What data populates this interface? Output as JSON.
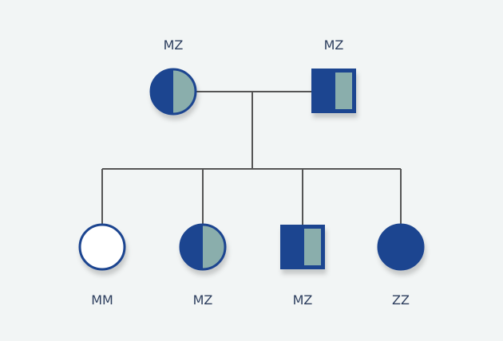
{
  "colors": {
    "affected": "#1f4590",
    "carrier": "#8aaeac",
    "unaffected": "#ffffff",
    "line": "#555555",
    "label": "#2d3e5e",
    "background": "#f2f5f5"
  },
  "parents": [
    {
      "id": "mother",
      "sex": "female",
      "status": "carrier",
      "genotype": "MZ"
    },
    {
      "id": "father",
      "sex": "male",
      "status": "carrier",
      "genotype": "MZ"
    }
  ],
  "children": [
    {
      "id": "child-1",
      "sex": "female",
      "status": "unaffected",
      "genotype": "MM"
    },
    {
      "id": "child-2",
      "sex": "female",
      "status": "carrier",
      "genotype": "MZ"
    },
    {
      "id": "child-3",
      "sex": "male",
      "status": "carrier",
      "genotype": "MZ"
    },
    {
      "id": "child-4",
      "sex": "female",
      "status": "affected",
      "genotype": "ZZ"
    }
  ]
}
